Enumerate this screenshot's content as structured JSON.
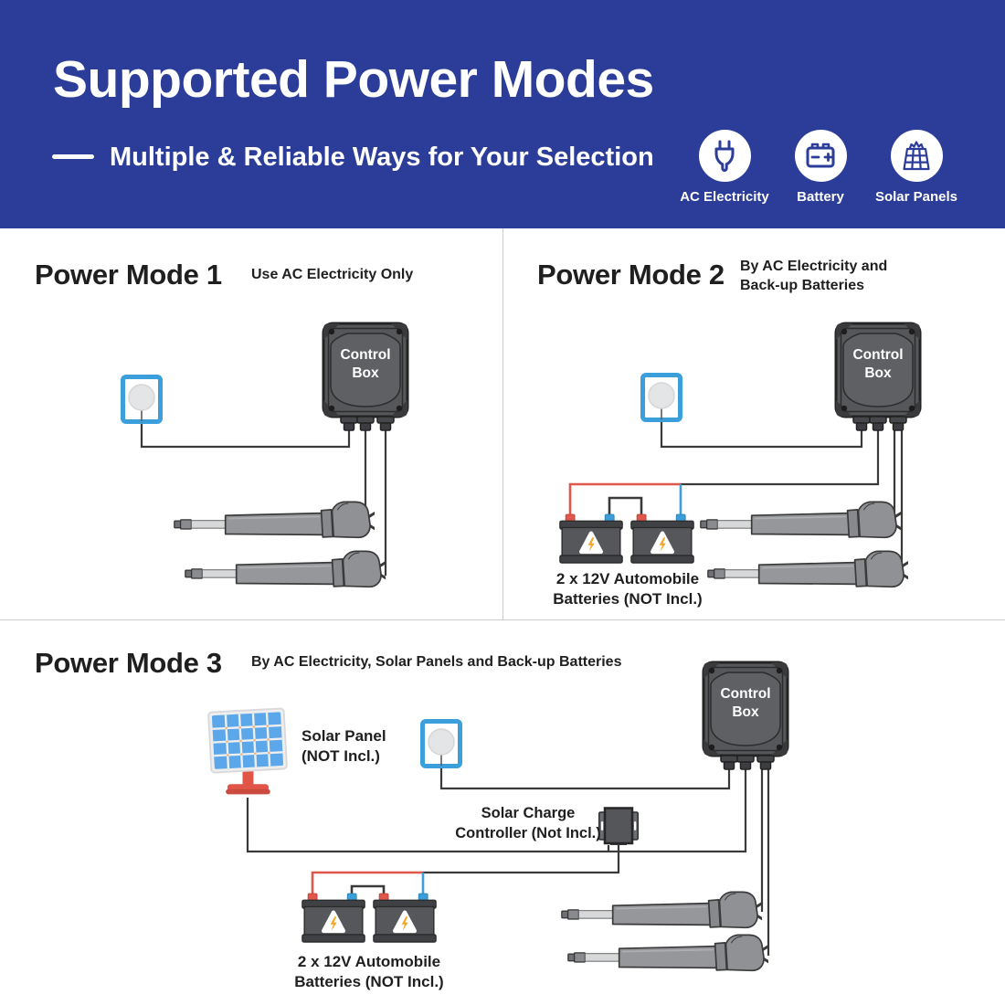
{
  "header": {
    "title": "Supported Power Modes",
    "subtitle": "Multiple & Reliable Ways for Your Selection",
    "power_sources": [
      {
        "icon": "plug-icon",
        "label": "AC Electricity"
      },
      {
        "icon": "battery-icon",
        "label": "Battery"
      },
      {
        "icon": "solar-panels-icon",
        "label": "Solar Panels"
      }
    ]
  },
  "modes": [
    {
      "title": "Power Mode 1",
      "description_lines": [
        "Use AC Electricity Only"
      ],
      "control_box_label_lines": [
        "Control",
        "Box"
      ]
    },
    {
      "title": "Power Mode 2",
      "description_lines": [
        "By AC Electricity and",
        "Back-up Batteries"
      ],
      "control_box_label_lines": [
        "Control",
        "Box"
      ],
      "battery_label_lines": [
        "2 x 12V Automobile",
        "Batteries (NOT Incl.)"
      ]
    },
    {
      "title": "Power Mode 3",
      "description_lines": [
        "By AC Electricity, Solar Panels and Back-up Batteries"
      ],
      "control_box_label_lines": [
        "Control",
        "Box"
      ],
      "battery_label_lines": [
        "2 x 12V Automobile",
        "Batteries (NOT Incl.)"
      ],
      "solar_panel_label_lines": [
        "Solar Panel",
        "(NOT Incl.)"
      ],
      "charge_controller_label_lines": [
        "Solar Charge",
        "Controller (Not Incl.)"
      ]
    }
  ],
  "colors": {
    "header_bg": "#2b3c99",
    "wire_black": "#3a3a3a",
    "wire_red": "#e2574c",
    "wire_blue": "#3b9fdc",
    "outlet_border": "#3b9fdc",
    "device_gray": "#58595c",
    "bolt_orange": "#f5a623"
  }
}
